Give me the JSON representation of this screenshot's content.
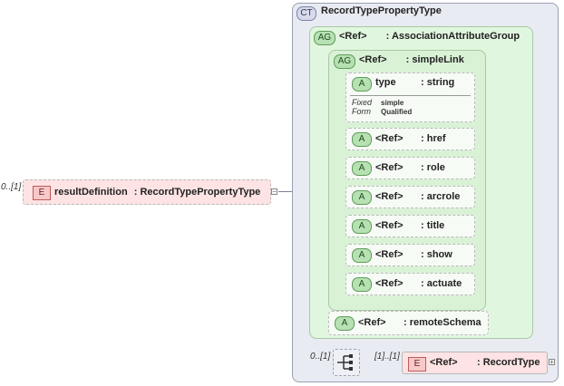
{
  "root_element": {
    "occurrence": "0..[1]",
    "badge": "E",
    "name": "resultDefinition",
    "type": ": RecordTypePropertyType"
  },
  "complex_type": {
    "badge": "CT",
    "name": "RecordTypePropertyType"
  },
  "association_group": {
    "badge": "AG",
    "ref": "<Ref>",
    "name": ": AssociationAttributeGroup"
  },
  "simple_link": {
    "badge": "AG",
    "ref": "<Ref>",
    "name": ": simpleLink"
  },
  "type_attribute": {
    "badge": "A",
    "name": "type",
    "type": ": string",
    "fixed_label": "Fixed",
    "fixed_value": "simple",
    "form_label": "Form",
    "form_value": "Qualified"
  },
  "link_attributes": [
    {
      "badge": "A",
      "ref": "<Ref>",
      "name": ": href"
    },
    {
      "badge": "A",
      "ref": "<Ref>",
      "name": ": role"
    },
    {
      "badge": "A",
      "ref": "<Ref>",
      "name": ": arcrole"
    },
    {
      "badge": "A",
      "ref": "<Ref>",
      "name": ": title"
    },
    {
      "badge": "A",
      "ref": "<Ref>",
      "name": ": show"
    },
    {
      "badge": "A",
      "ref": "<Ref>",
      "name": ": actuate"
    }
  ],
  "remote_schema": {
    "badge": "A",
    "ref": "<Ref>",
    "name": ": remoteSchema"
  },
  "sequence": {
    "occurrence": "0..[1]",
    "icon": "sequence-icon"
  },
  "record_type": {
    "occurrence": "[1]..[1]",
    "badge": "E",
    "ref": "<Ref>",
    "name": ": RecordType"
  }
}
